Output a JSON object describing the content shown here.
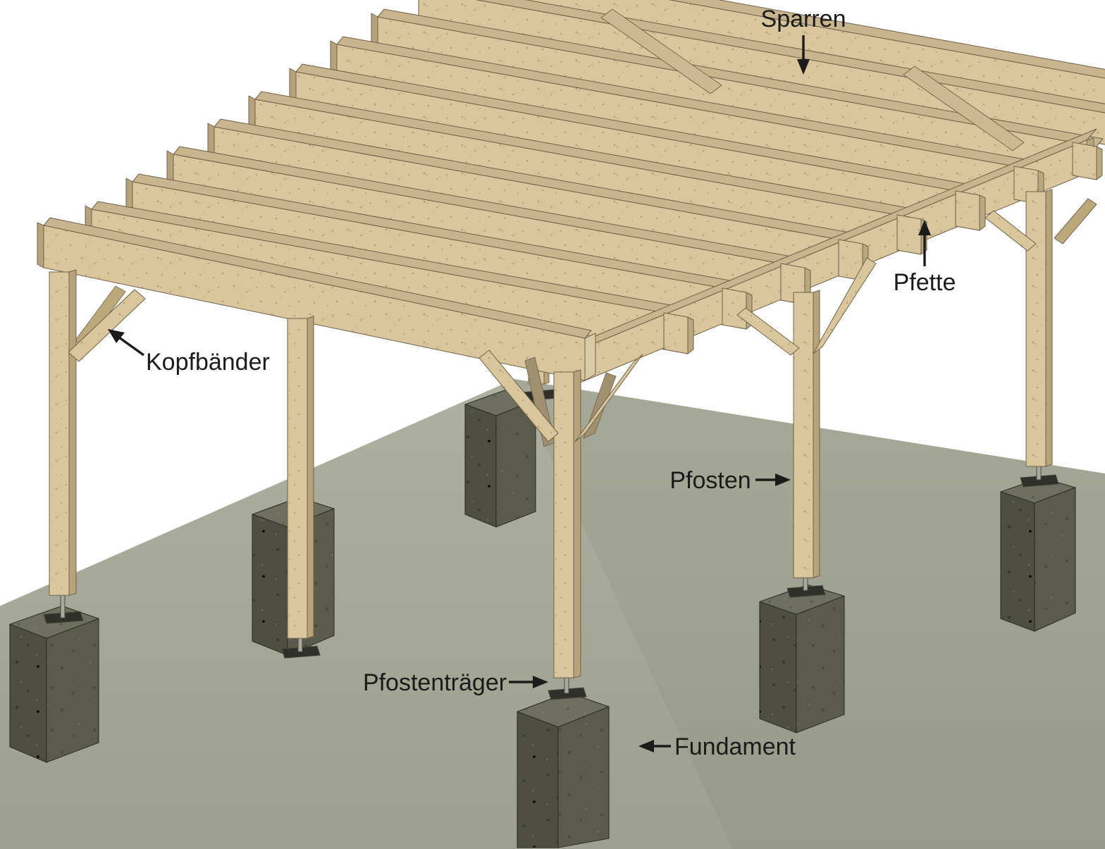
{
  "diagram": {
    "type": "construction-diagram",
    "language": "de"
  },
  "labels": {
    "sparren": "Sparren",
    "pfette": "Pfette",
    "kopfbaender": "Kopfbänder",
    "pfosten": "Pfosten",
    "pfostentraeger": "Pfostenträger",
    "fundament": "Fundament"
  },
  "colors": {
    "background": "#ffffff",
    "ground": "#a8ab9b",
    "wood_face": "#d9c69c",
    "wood_top": "#c8b48d",
    "wood_side": "#b7a37b",
    "wood_edge": "#6f6148",
    "concrete_front": "#4e4f42",
    "concrete_top": "#6e6f5e",
    "concrete_side": "#5a5b4b",
    "metal_pin": "#a8a8a0",
    "anchor_plate": "#30302a",
    "annotation": "#1b1b1b"
  }
}
